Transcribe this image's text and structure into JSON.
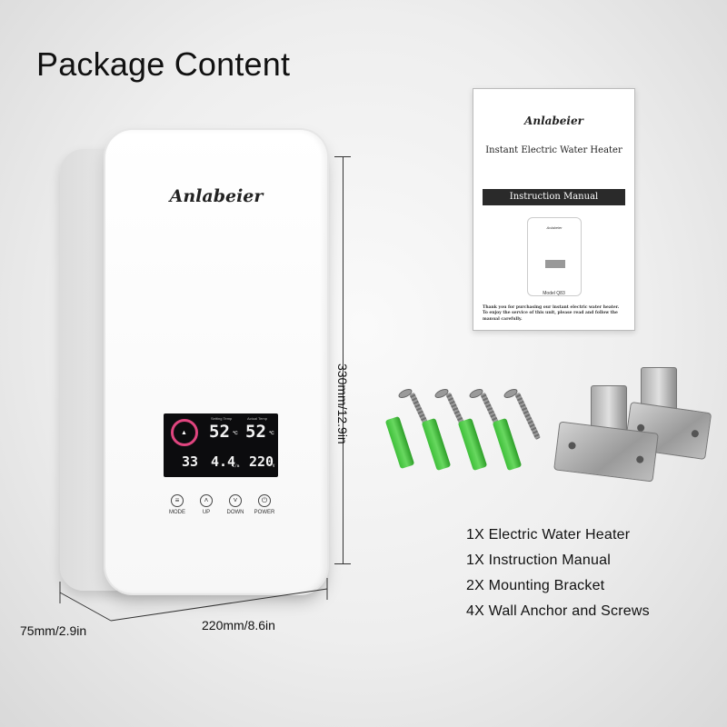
{
  "title": "Package Content",
  "brand": "Anlabeier",
  "display": {
    "set_label": "Setting Temp",
    "actual_label": "Actual Temp",
    "set_temp": "52",
    "actual_temp": "52",
    "unit": "℃",
    "inlet_temp": "33",
    "flow": "4.4",
    "flow_unit": "L/m",
    "voltage": "220",
    "voltage_unit": "V"
  },
  "buttons": [
    {
      "label": "MODE",
      "icon": "mode-icon"
    },
    {
      "label": "UP",
      "icon": "up-icon"
    },
    {
      "label": "DOWN",
      "icon": "down-icon"
    },
    {
      "label": "POWER",
      "icon": "power-icon"
    }
  ],
  "dimensions": {
    "height": "330mm/12.9in",
    "width": "220mm/8.6in",
    "depth": "75mm/2.9in"
  },
  "manual": {
    "brand": "Anlabeier",
    "title": "Instant Electric Water Heater",
    "band": "Instruction Manual",
    "model": "Model Q83",
    "footer": "Thank you for purchasing our instant electric water heater. To enjoy the service of this unit, please read and follow the manual carefully."
  },
  "contents": [
    "1X Electric Water Heater",
    "1X Instruction Manual",
    "2X Mounting Bracket",
    "4X Wall Anchor and Screws"
  ],
  "colors": {
    "anchor": "#4cc846",
    "ring": "#e0457f",
    "bracket": "#b0b0b0"
  }
}
